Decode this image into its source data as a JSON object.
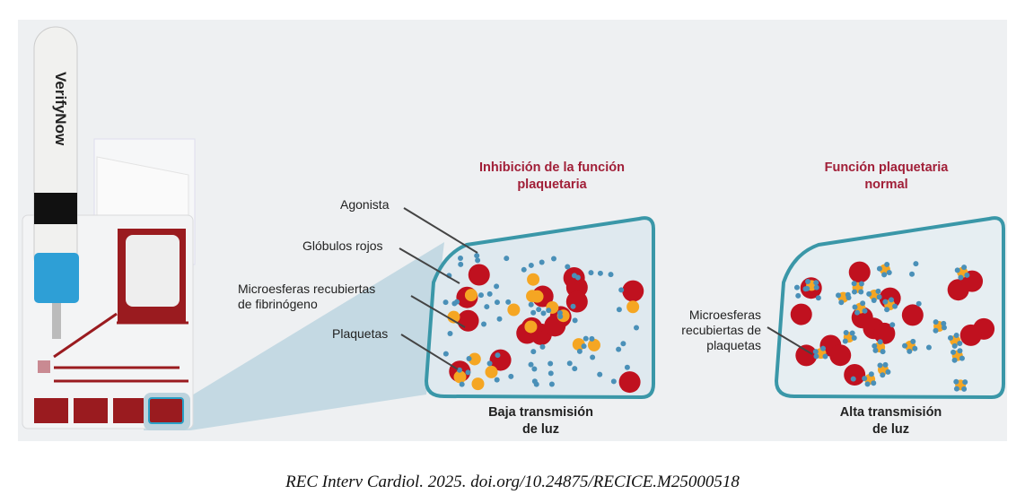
{
  "device": {
    "brand": "VerifyNow"
  },
  "panels": [
    {
      "title_line1": "Inhibición de la función",
      "title_line2": "plaquetaria",
      "bottom_line1": "Baja transmisión",
      "bottom_line2": "de luz"
    },
    {
      "title_line1": "Función plaquetaria",
      "title_line2": "normal",
      "bottom_line1": "Alta transmisión",
      "bottom_line2": "de luz"
    }
  ],
  "labels": {
    "agonist": "Agonista",
    "rbc": "Glóbulos rojos",
    "beads_line1": "Microesferas recubiertas",
    "beads_line2": "de fibrinógeno",
    "platelets": "Plaquetas",
    "coated_line1": "Microesferas",
    "coated_line2": "recubiertas de",
    "coated_line3": "plaquetas"
  },
  "colors": {
    "rbc": "#c0111f",
    "bead": "#f5a623",
    "platelet": "#4a90b8",
    "chamber": "#3a97a8",
    "title": "#a11f38"
  },
  "caption": "REC Interv Cardiol. 2025. doi.org/10.24875/RECICE.M25000518"
}
